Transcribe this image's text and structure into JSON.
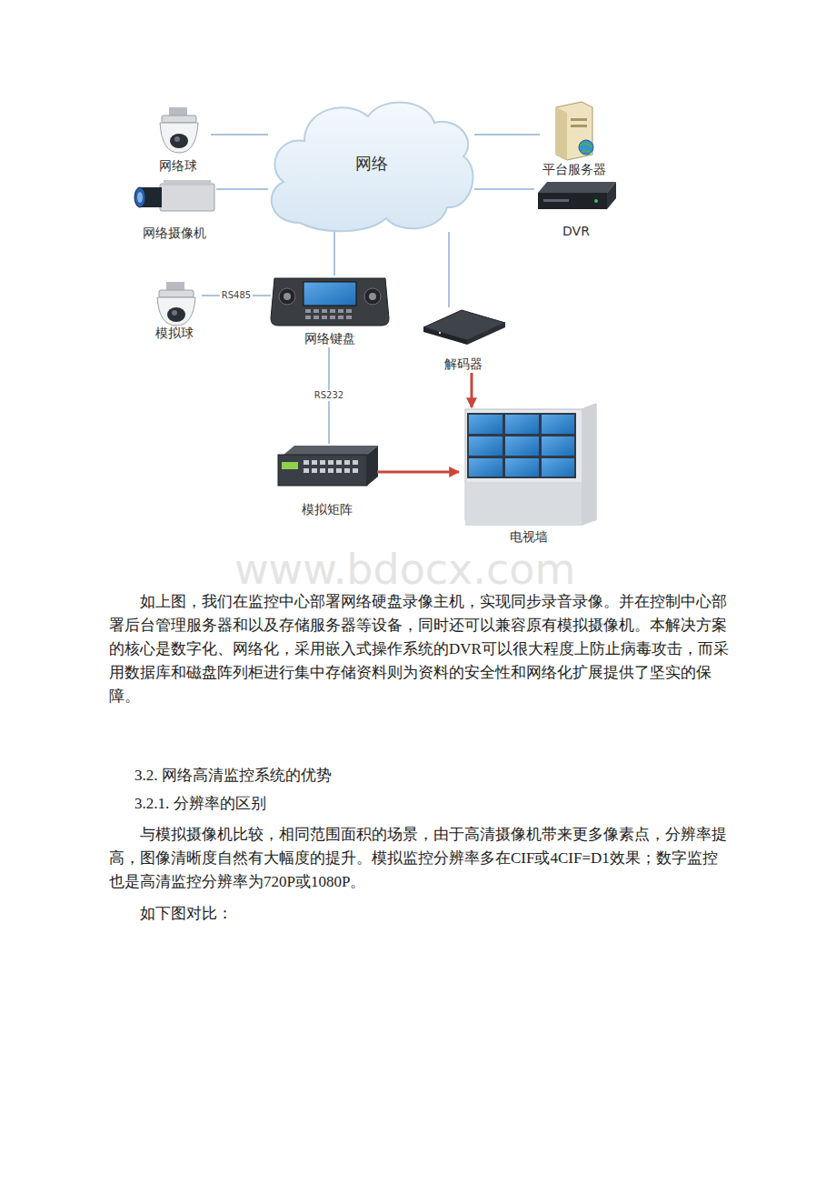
{
  "diagram": {
    "nodes": [
      {
        "text": [
          "网络球"
        ]
      },
      {
        "text": [
          "网络"
        ]
      },
      {
        "text": [
          "平台服务器"
        ]
      },
      {
        "text": [
          "网络摄像机"
        ]
      },
      {
        "text": [
          "DVR"
        ]
      },
      {
        "text": [
          "模拟球"
        ]
      },
      {
        "text": [
          "网络键盘"
        ]
      },
      {
        "text": [
          "解码器"
        ]
      },
      {
        "text": [
          "模拟矩阵"
        ]
      },
      {
        "text": [
          "电视墙"
        ]
      }
    ],
    "edges": [
      {
        "from": 0,
        "to": 1,
        "arrow": "none"
      },
      {
        "from": 3,
        "to": 1,
        "arrow": "none"
      },
      {
        "from": 1,
        "to": 2,
        "arrow": "none"
      },
      {
        "from": 1,
        "to": 4,
        "arrow": "none"
      },
      {
        "from": 1,
        "to": 6,
        "arrow": "none"
      },
      {
        "from": 1,
        "to": 7,
        "arrow": "none"
      },
      {
        "from": 5,
        "to": 6,
        "label": "RS485",
        "arrow": "none"
      },
      {
        "from": 6,
        "to": 8,
        "label": "RS232",
        "arrow": "none"
      },
      {
        "from": 7,
        "to": 9,
        "arrow": "to"
      },
      {
        "from": 8,
        "to": 9,
        "arrow": "to"
      }
    ],
    "labels": [
      "www.bdocx.com",
      "如上图，我们在监控中心部署网络硬盘录像主机，实现同步录音录像。并在控制中心部署后台管理服务器和以及存储服务器等设备，同时还可以兼容原有模拟摄像机。本解决方案的核心是数字化、网络化，采用嵌入式操作系统的DVR可以很大程度上防止病毒攻击，而采用数据库和磁盘阵列柜进行集中存储资料则为资料的安全性和网络化扩展提供了坚实的保障。",
      "3.2. 网络高清监控系统的优势",
      "3.2.1. 分辨率的区别",
      "与模拟摄像机比较，相同范围面积的场景，由于高清摄像机带来更多像素点，分辨率提高，图像清晰度自然有大幅度的提升。模拟监控分辨率多在CIF或4CIF=D1效果；数字监控也是高清监控分辨率为720P或1080P。",
      "如下图对比："
    ]
  }
}
